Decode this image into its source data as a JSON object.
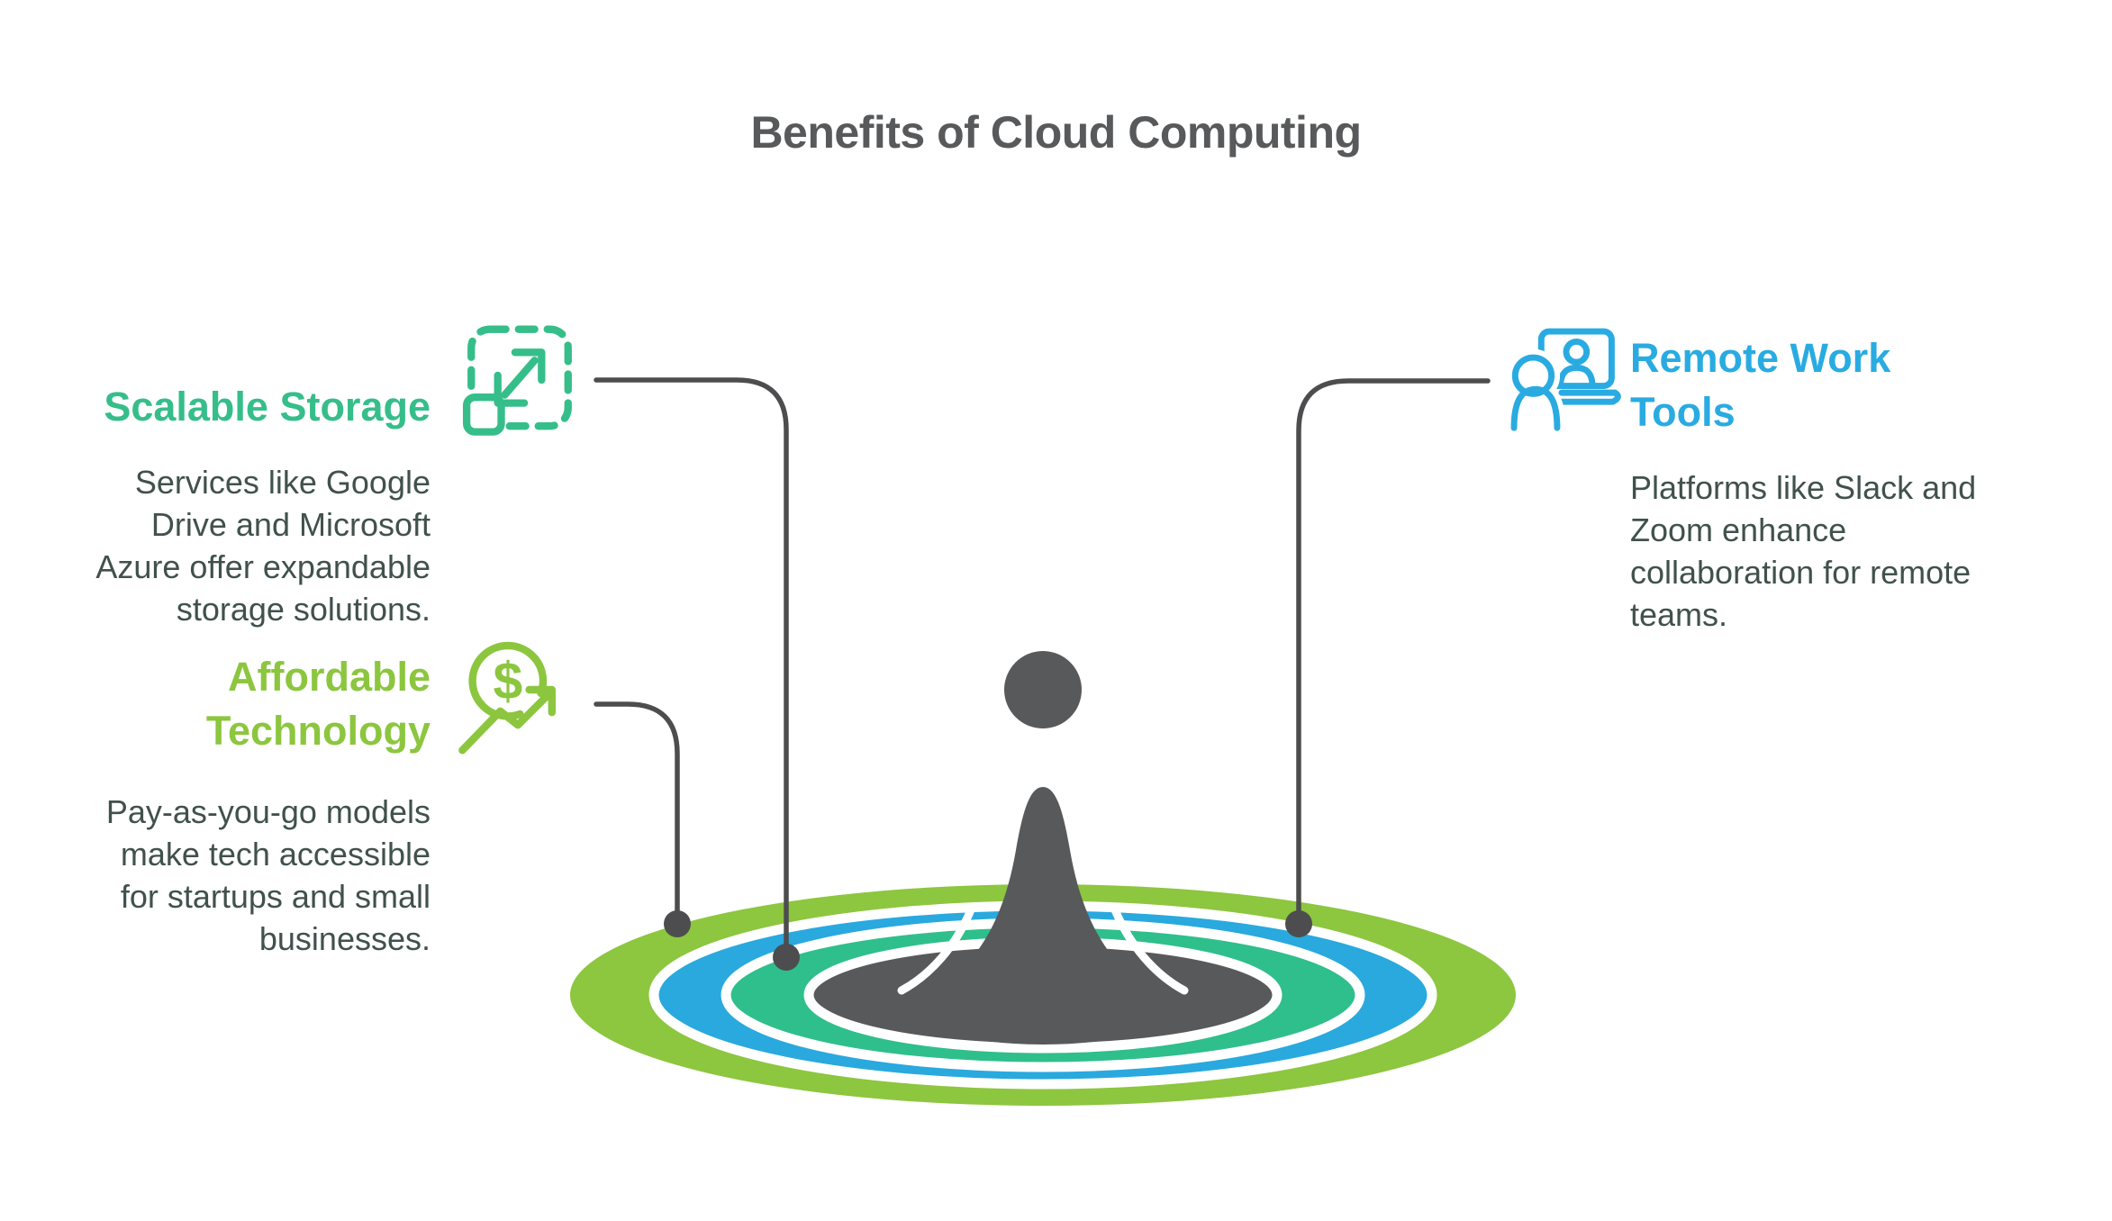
{
  "title": "Benefits of Cloud Computing",
  "sections": [
    {
      "id": "scalable-storage",
      "heading_lines": [
        "Scalable Storage"
      ],
      "body_lines": [
        "Services like Google",
        "Drive and Microsoft",
        "Azure offer expandable",
        "storage solutions."
      ],
      "icon": "expand-icon",
      "accent_color": "#36BE8A"
    },
    {
      "id": "affordable-technology",
      "heading_lines": [
        "Affordable",
        "Technology"
      ],
      "body_lines": [
        "Pay-as-you-go models",
        "make tech accessible",
        "for startups and small",
        "businesses."
      ],
      "icon": "dollar-growth-icon",
      "accent_color": "#8CC63F"
    },
    {
      "id": "remote-work-tools",
      "heading_lines": [
        "Remote Work",
        "Tools"
      ],
      "body_lines": [
        "Platforms like Slack and",
        "Zoom enhance",
        "collaboration for remote",
        "teams."
      ],
      "icon": "video-call-icon",
      "accent_color": "#29ABE2"
    }
  ],
  "icons": {
    "dollar_symbol": "$"
  },
  "diagram": {
    "type": "ripple-person-illustration",
    "figure_color": "#58595B",
    "ring_colors_outer_to_inner": [
      "#8DC63F",
      "#29A9DE",
      "#2FBF8C",
      "#58595B"
    ],
    "connector_color": "#4D4D4F",
    "title_color": "#58595B",
    "body_text_color": "#41514C"
  }
}
